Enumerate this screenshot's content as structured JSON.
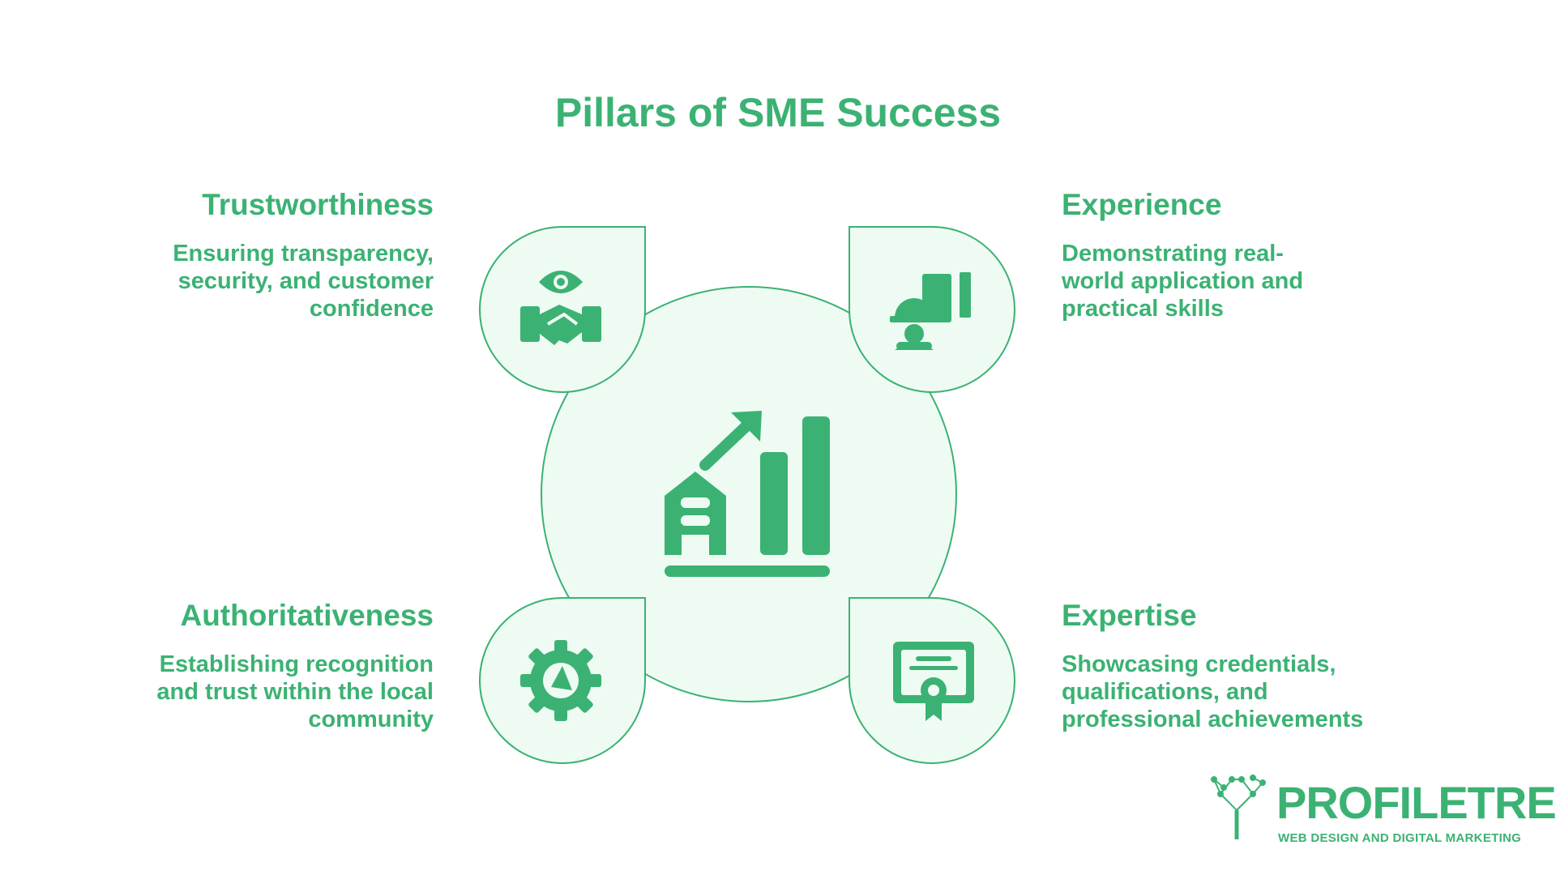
{
  "title": "Pillars of SME Success",
  "colors": {
    "accent": "#3bb273",
    "fill": "#eefbf3",
    "background": "#ffffff"
  },
  "center": {
    "icon": "business-growth-chart-icon"
  },
  "pillars": [
    {
      "id": "trustworthiness",
      "title": "Trustworthiness",
      "description": "Ensuring transparency, security, and customer confidence",
      "icon": "eye-handshake-icon",
      "position": "top-left"
    },
    {
      "id": "experience",
      "title": "Experience",
      "description": "Demonstrating real-world application and practical skills",
      "icon": "worker-helmet-icon",
      "position": "top-right"
    },
    {
      "id": "authoritativeness",
      "title": "Authoritativeness",
      "description": "Establishing recognition and trust within the local community",
      "icon": "gear-megaphone-icon",
      "position": "bottom-left"
    },
    {
      "id": "expertise",
      "title": "Expertise",
      "description": "Showcasing credentials, qualifications, and professional achievements",
      "icon": "certificate-icon",
      "position": "bottom-right"
    }
  ],
  "logo": {
    "name": "PROFILETREE",
    "tagline": "WEB DESIGN AND DIGITAL MARKETING",
    "icon": "tree-network-icon"
  }
}
